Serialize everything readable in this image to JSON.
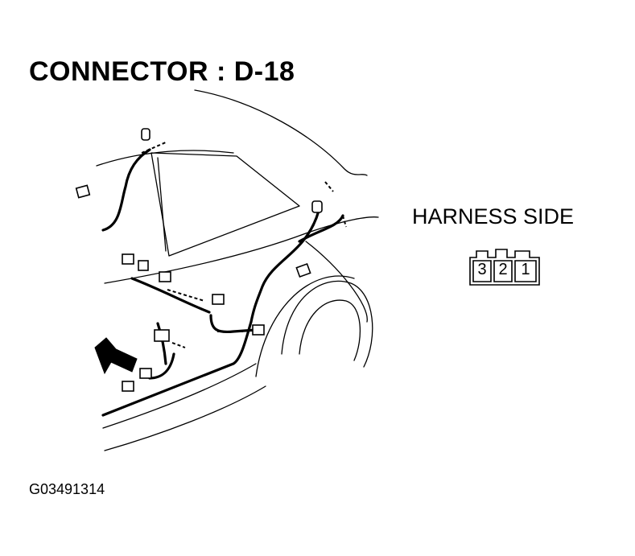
{
  "title": "CONNECTOR : D-18",
  "connector_view": {
    "label": "HARNESS SIDE",
    "pins": [
      "3",
      "2",
      "1"
    ]
  },
  "figure_code": "G03491314",
  "icons": {
    "arrow": "arrow-pointing-to-connector-icon"
  }
}
